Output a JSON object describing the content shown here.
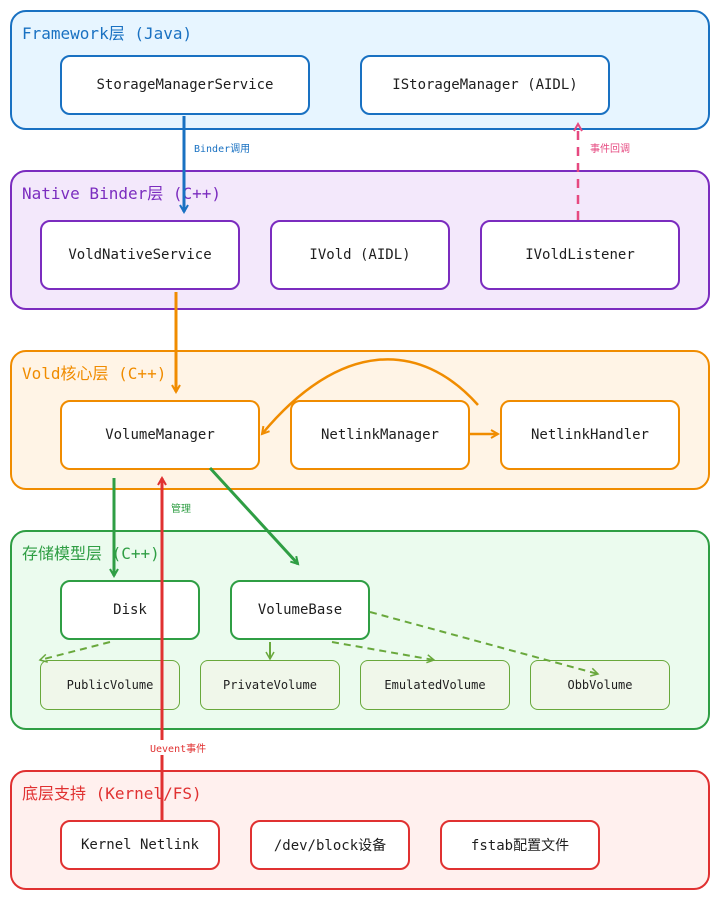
{
  "layers": {
    "framework": {
      "title": "Framework层 (Java)",
      "color": "#1971c2",
      "fill": "#e7f5ff"
    },
    "native": {
      "title": "Native Binder层 (C++)",
      "color": "#7b2cbf",
      "fill": "#f3e8fb"
    },
    "vold": {
      "title": "Vold核心层 (C++)",
      "color": "#f08c00",
      "fill": "#fff4e6"
    },
    "storage": {
      "title": "存储模型层 (C++)",
      "color": "#2f9e44",
      "fill": "#ebfbee"
    },
    "kernel": {
      "title": "底层支持 (Kernel/FS)",
      "color": "#e03131",
      "fill": "#fff0ee"
    }
  },
  "nodes": {
    "storage_manager_service": "StorageManagerService",
    "istorage_manager": "IStorageManager (AIDL)",
    "vold_native_service": "VoldNativeService",
    "ivold": "IVold (AIDL)",
    "ivold_listener": "IVoldListener",
    "volume_manager": "VolumeManager",
    "netlink_manager": "NetlinkManager",
    "netlink_handler": "NetlinkHandler",
    "disk": "Disk",
    "volume_base": "VolumeBase",
    "public_volume": "PublicVolume",
    "private_volume": "PrivateVolume",
    "emulated_volume": "EmulatedVolume",
    "obb_volume": "ObbVolume",
    "kernel_netlink": "Kernel Netlink",
    "dev_block": "/dev/block设备",
    "fstab": "fstab配置文件"
  },
  "edge_labels": {
    "binder_call": "Binder调用",
    "event_callback": "事件回调",
    "manage": "管理",
    "uevent": "Uevent事件"
  },
  "edge_colors": {
    "binder": "#1971c2",
    "callback": "#e64980",
    "vold": "#f08c00",
    "storage": "#2f9e44",
    "storage_light": "#69a83c",
    "kernel": "#e03131"
  }
}
